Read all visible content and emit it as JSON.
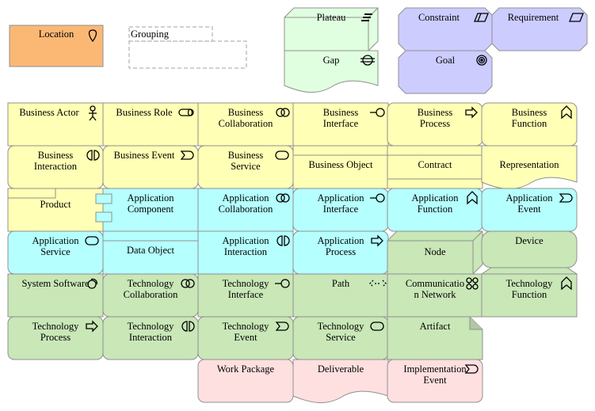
{
  "colors": {
    "business": "#ffffb5",
    "application": "#b5ffff",
    "technology": "#c9e7b7",
    "motivation": "#ccccff",
    "implementation": "#ffe0e0",
    "migration": "#e0ffe0",
    "location": "#fbb875",
    "stroke": "#909090"
  },
  "elements": [
    {
      "key": "location",
      "label": "Location",
      "layer": "location",
      "icon": "location-pin-icon"
    },
    {
      "key": "grouping",
      "label": "Grouping",
      "layer": "grouping",
      "icon": ""
    },
    {
      "key": "plateau",
      "label": "Plateau",
      "layer": "migration",
      "icon": "plateau-icon"
    },
    {
      "key": "gap",
      "label": "Gap",
      "layer": "migration",
      "icon": "gap-icon"
    },
    {
      "key": "constraint",
      "label": "Constraint",
      "layer": "motivation",
      "icon": "constraint-icon"
    },
    {
      "key": "requirement",
      "label": "Requirement",
      "layer": "motivation",
      "icon": "requirement-icon"
    },
    {
      "key": "goal",
      "label": "Goal",
      "layer": "motivation",
      "icon": "goal-icon"
    },
    {
      "key": "business-actor",
      "label": "Business Actor",
      "layer": "business",
      "icon": "actor-icon"
    },
    {
      "key": "business-role",
      "label": "Business Role",
      "layer": "business",
      "icon": "role-icon"
    },
    {
      "key": "business-collaboration",
      "label": "Business Collaboration",
      "layer": "business",
      "icon": "collaboration-icon"
    },
    {
      "key": "business-interface",
      "label": "Business Interface",
      "layer": "business",
      "icon": "interface-icon"
    },
    {
      "key": "business-process",
      "label": "Business Process",
      "layer": "business",
      "icon": "process-arrow-icon"
    },
    {
      "key": "business-function",
      "label": "Business Function",
      "layer": "business",
      "icon": "function-chevron-icon"
    },
    {
      "key": "business-interaction",
      "label": "Business Interaction",
      "layer": "business",
      "icon": "interaction-icon"
    },
    {
      "key": "business-event",
      "label": "Business Event",
      "layer": "business",
      "icon": "event-icon"
    },
    {
      "key": "business-service",
      "label": "Business Service",
      "layer": "business",
      "icon": "service-icon"
    },
    {
      "key": "business-object",
      "label": "Business Object",
      "layer": "business",
      "icon": ""
    },
    {
      "key": "contract",
      "label": "Contract",
      "layer": "business",
      "icon": ""
    },
    {
      "key": "representation",
      "label": "Representation",
      "layer": "business",
      "icon": ""
    },
    {
      "key": "product",
      "label": "Product",
      "layer": "business",
      "icon": ""
    },
    {
      "key": "application-component",
      "label": "Application Component",
      "layer": "application",
      "icon": ""
    },
    {
      "key": "application-collaboration",
      "label": "Application Collaboration",
      "layer": "application",
      "icon": "collaboration-icon"
    },
    {
      "key": "application-interface",
      "label": "Application Interface",
      "layer": "application",
      "icon": "interface-icon"
    },
    {
      "key": "application-function",
      "label": "Application Function",
      "layer": "application",
      "icon": "function-chevron-icon"
    },
    {
      "key": "application-event",
      "label": "Application Event",
      "layer": "application",
      "icon": "event-icon"
    },
    {
      "key": "application-service",
      "label": "Application Service",
      "layer": "application",
      "icon": "service-icon"
    },
    {
      "key": "data-object",
      "label": "Data Object",
      "layer": "application",
      "icon": ""
    },
    {
      "key": "application-interaction",
      "label": "Application Interaction",
      "layer": "application",
      "icon": "interaction-icon"
    },
    {
      "key": "application-process",
      "label": "Application Process",
      "layer": "application",
      "icon": "process-arrow-icon"
    },
    {
      "key": "node",
      "label": "Node",
      "layer": "technology",
      "icon": ""
    },
    {
      "key": "device",
      "label": "Device",
      "layer": "technology",
      "icon": ""
    },
    {
      "key": "system-software",
      "label": "System Software",
      "layer": "technology",
      "icon": "system-software-icon"
    },
    {
      "key": "technology-collaboration",
      "label": "Technology Collaboration",
      "layer": "technology",
      "icon": "collaboration-icon"
    },
    {
      "key": "technology-interface",
      "label": "Technology Interface",
      "layer": "technology",
      "icon": "interface-icon"
    },
    {
      "key": "path",
      "label": "Path",
      "layer": "technology",
      "icon": "path-icon"
    },
    {
      "key": "communication-network",
      "label": "Communicatio n Network",
      "layer": "technology",
      "icon": "network-icon"
    },
    {
      "key": "technology-function",
      "label": "Technology Function",
      "layer": "technology",
      "icon": "function-chevron-icon"
    },
    {
      "key": "technology-process",
      "label": "Technology Process",
      "layer": "technology",
      "icon": "process-arrow-icon"
    },
    {
      "key": "technology-interaction",
      "label": "Technology Interaction",
      "layer": "technology",
      "icon": "interaction-icon"
    },
    {
      "key": "technology-event",
      "label": "Technology Event",
      "layer": "technology",
      "icon": "event-icon"
    },
    {
      "key": "technology-service",
      "label": "Technology Service",
      "layer": "technology",
      "icon": "service-icon"
    },
    {
      "key": "artifact",
      "label": "Artifact",
      "layer": "technology",
      "icon": ""
    },
    {
      "key": "work-package",
      "label": "Work Package",
      "layer": "implementation",
      "icon": ""
    },
    {
      "key": "deliverable",
      "label": "Deliverable",
      "layer": "implementation",
      "icon": ""
    },
    {
      "key": "implementation-event",
      "label": "Implementation Event",
      "layer": "implementation",
      "icon": "event-icon"
    }
  ]
}
